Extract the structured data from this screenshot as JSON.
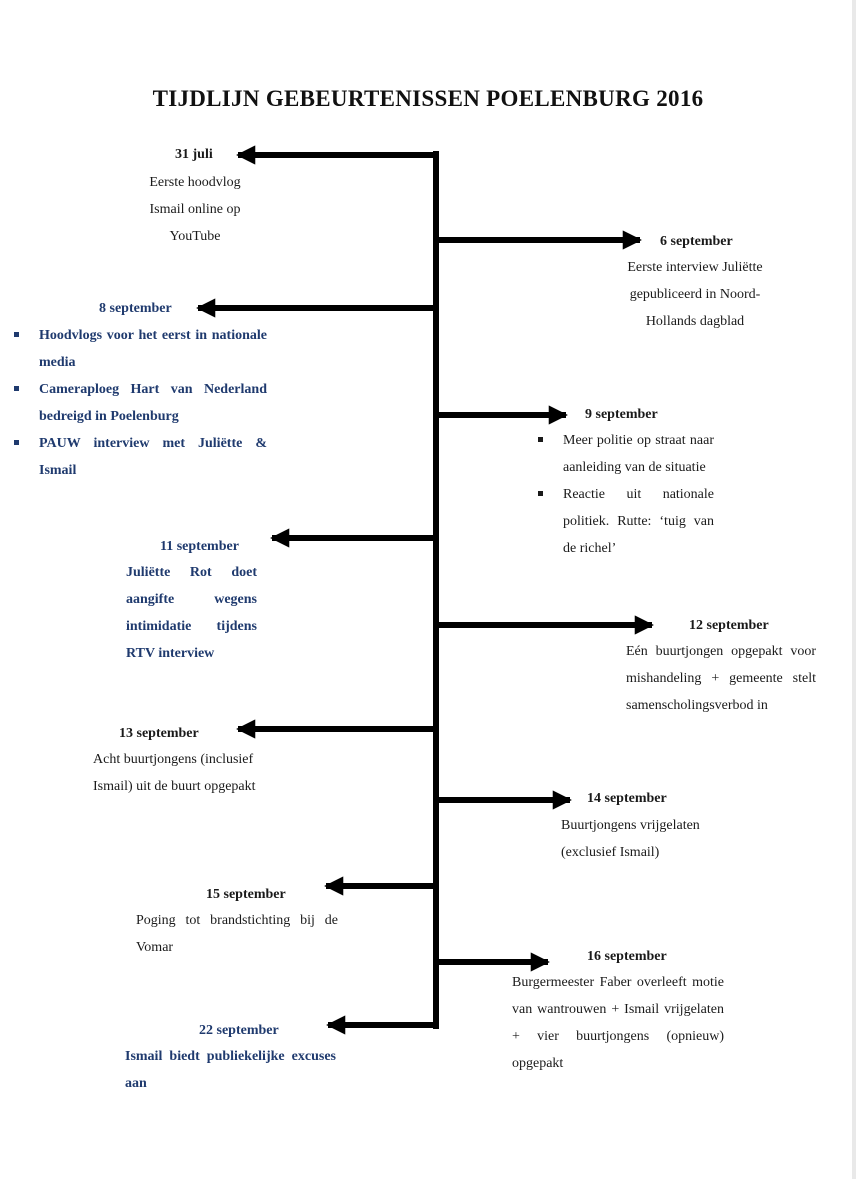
{
  "title": "TIJDLIJN GEBEURTENISSEN POELENBURG 2016",
  "events": [
    {
      "date": "31 juli",
      "lines": [
        "Eerste hoodvlog",
        "Ismail online op",
        "YouTube"
      ]
    },
    {
      "date": "6 september",
      "lines": [
        "Eerste interview Juliëtte",
        "gepubliceerd in Noord-",
        "Hollands dagblad"
      ]
    },
    {
      "date": "8 september",
      "bullets": [
        "Hoodvlogs voor het eerst in nationale media",
        "Cameraploeg Hart van Nederland bedreigd in Poelenburg",
        "PAUW interview met Juliëtte & Ismail"
      ]
    },
    {
      "date": "9 september",
      "bullets": [
        "Meer politie op straat naar aanleiding van de situatie",
        "Reactie uit nationale politiek. Rutte: ‘tuig van de richel’"
      ]
    },
    {
      "date": "11 september",
      "text": "Juliëtte Rot doet aangifte wegens intimidatie tijdens RTV interview"
    },
    {
      "date": "12 september",
      "text": "Eén buurtjongen opgepakt voor mishandeling + gemeente stelt samenscholingsverbod in"
    },
    {
      "date": "13 september",
      "text": "Acht buurtjongens (inclusief Ismail) uit de buurt opgepakt"
    },
    {
      "date": "14 september",
      "text": "Buurtjongens vrijgelaten (exclusief Ismail)"
    },
    {
      "date": "15 september",
      "text": "Poging tot brandstichting bij de Vomar"
    },
    {
      "date": "16 september",
      "text": "Burgermeester Faber overleeft motie van wantrouwen + Ismail vrijgelaten + vier buurtjongens (opnieuw) opgepakt"
    },
    {
      "date": "22 september",
      "text": "Ismail biedt publiekelijke excuses aan"
    }
  ]
}
